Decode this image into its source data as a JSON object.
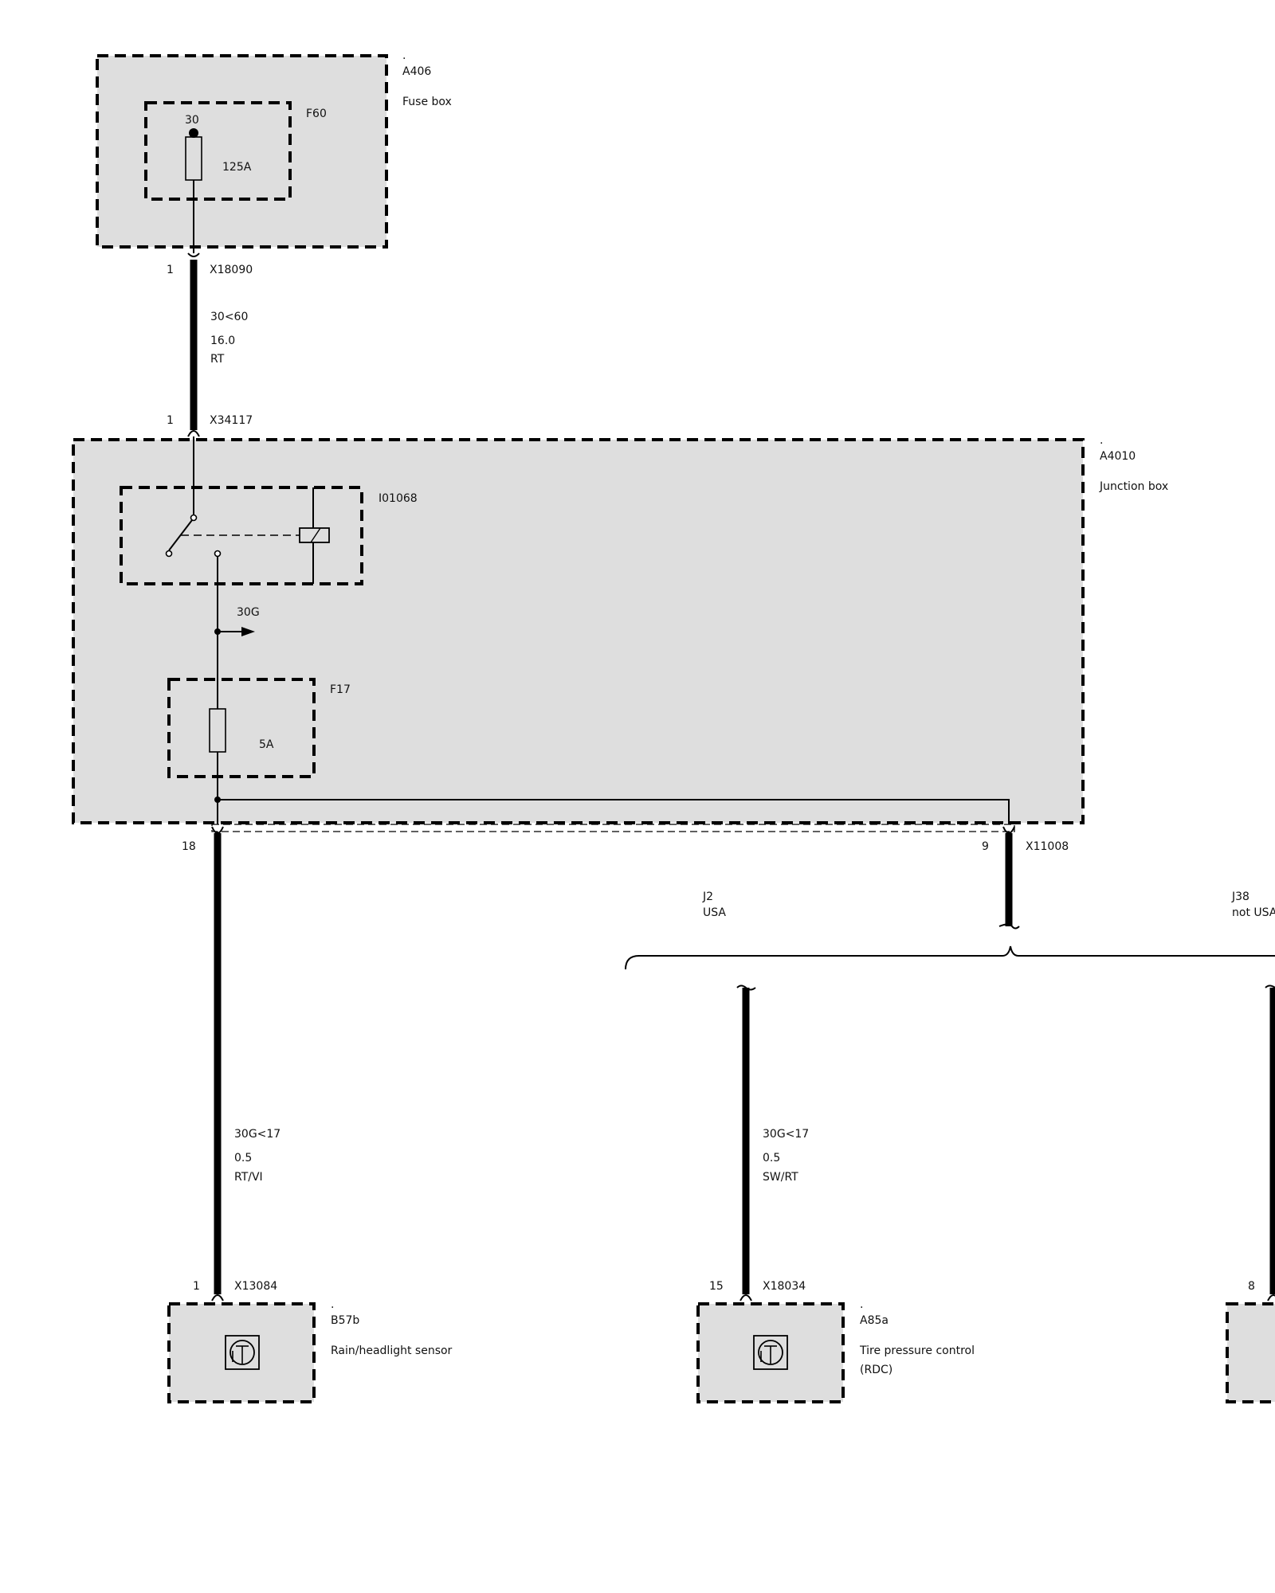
{
  "components": {
    "fuse_box": {
      "dot": ".",
      "id": "A406",
      "name": "Fuse box"
    },
    "fuse_f60": {
      "id": "F60",
      "terminal": "30",
      "rating": "125A"
    },
    "junction_box": {
      "dot": ".",
      "id": "A4010",
      "name": "Junction box"
    },
    "relay": {
      "id": "I01068"
    },
    "terminal_30g": {
      "label": "30G"
    },
    "fuse_f17": {
      "id": "F17",
      "rating": "5A"
    },
    "rain_sensor": {
      "dot": ".",
      "id": "B57b",
      "name": "Rain/headlight sensor"
    },
    "rdc": {
      "dot": ".",
      "id": "A85a",
      "name_line1": "Tire pressure control",
      "name_line2": "(RDC)"
    }
  },
  "connectors": {
    "x18090": {
      "pin": "1",
      "id": "X18090"
    },
    "x34117": {
      "pin": "1",
      "id": "X34117"
    },
    "x_junction_18": {
      "pin": "18"
    },
    "x11008": {
      "pin": "9",
      "id": "X11008"
    },
    "x13084": {
      "pin": "1",
      "id": "X13084"
    },
    "x18034": {
      "pin": "15",
      "id": "X18034"
    },
    "right_partial": {
      "pin": "8"
    }
  },
  "wires": {
    "main_feed": {
      "signal": "30<60",
      "size": "16.0",
      "color": "RT"
    },
    "to_rain_sensor": {
      "signal": "30G<17",
      "size": "0.5",
      "color": "RT/VI"
    },
    "to_rdc": {
      "signal": "30G<17",
      "size": "0.5",
      "color": "SW/RT"
    }
  },
  "variants": {
    "j2": {
      "code": "J2",
      "label": "USA"
    },
    "j38": {
      "code": "J38",
      "label": "not USA"
    }
  },
  "colors": {
    "box_fill": "#dedede",
    "line": "#000000"
  }
}
